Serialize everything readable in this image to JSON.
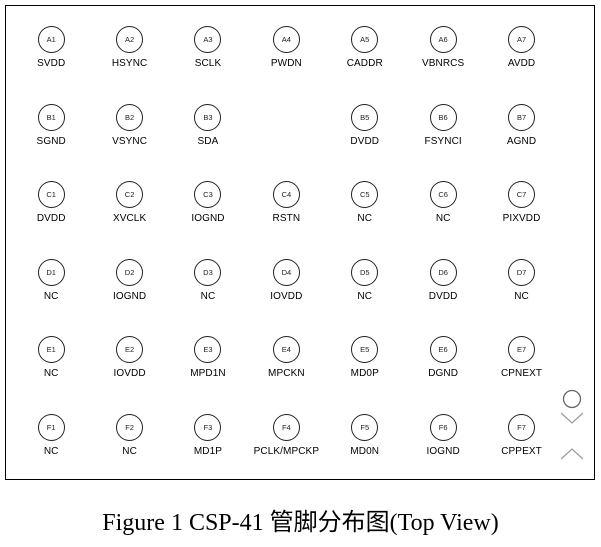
{
  "caption": "Figure 1 CSP-41 管脚分布图(Top View)",
  "pins": [
    [
      {
        "ball": "A1",
        "signal": "SVDD"
      },
      {
        "ball": "A2",
        "signal": "HSYNC"
      },
      {
        "ball": "A3",
        "signal": "SCLK"
      },
      {
        "ball": "A4",
        "signal": "PWDN"
      },
      {
        "ball": "A5",
        "signal": "CADDR"
      },
      {
        "ball": "A6",
        "signal": "VBNRCS"
      },
      {
        "ball": "A7",
        "signal": "AVDD"
      }
    ],
    [
      {
        "ball": "B1",
        "signal": "SGND"
      },
      {
        "ball": "B2",
        "signal": "VSYNC"
      },
      {
        "ball": "B3",
        "signal": "SDA"
      },
      {
        "ball": "",
        "signal": ""
      },
      {
        "ball": "B5",
        "signal": "DVDD"
      },
      {
        "ball": "B6",
        "signal": "FSYNCI"
      },
      {
        "ball": "B7",
        "signal": "AGND"
      }
    ],
    [
      {
        "ball": "C1",
        "signal": "DVDD"
      },
      {
        "ball": "C2",
        "signal": "XVCLK"
      },
      {
        "ball": "C3",
        "signal": "IOGND"
      },
      {
        "ball": "C4",
        "signal": "RSTN"
      },
      {
        "ball": "C5",
        "signal": "NC"
      },
      {
        "ball": "C6",
        "signal": "NC"
      },
      {
        "ball": "C7",
        "signal": "PIXVDD"
      }
    ],
    [
      {
        "ball": "D1",
        "signal": "NC"
      },
      {
        "ball": "D2",
        "signal": "IOGND"
      },
      {
        "ball": "D3",
        "signal": "NC"
      },
      {
        "ball": "D4",
        "signal": "IOVDD"
      },
      {
        "ball": "D5",
        "signal": "NC"
      },
      {
        "ball": "D6",
        "signal": "DVDD"
      },
      {
        "ball": "D7",
        "signal": "NC"
      }
    ],
    [
      {
        "ball": "E1",
        "signal": "NC"
      },
      {
        "ball": "E2",
        "signal": "IOVDD"
      },
      {
        "ball": "E3",
        "signal": "MPD1N"
      },
      {
        "ball": "E4",
        "signal": "MPCKN"
      },
      {
        "ball": "E5",
        "signal": "MD0P"
      },
      {
        "ball": "E6",
        "signal": "DGND"
      },
      {
        "ball": "E7",
        "signal": "CPNEXT"
      }
    ],
    [
      {
        "ball": "F1",
        "signal": "NC"
      },
      {
        "ball": "F2",
        "signal": "NC"
      },
      {
        "ball": "F3",
        "signal": "MD1P"
      },
      {
        "ball": "F4",
        "signal": "PCLK/MPCKP"
      },
      {
        "ball": "F5",
        "signal": "MD0N"
      },
      {
        "ball": "F6",
        "signal": "IOGND"
      },
      {
        "ball": "F7",
        "signal": "CPPEXT"
      }
    ]
  ],
  "colors": {
    "line": "#000000",
    "ball_outline": "#222222",
    "orientation_mark": "#999999"
  }
}
